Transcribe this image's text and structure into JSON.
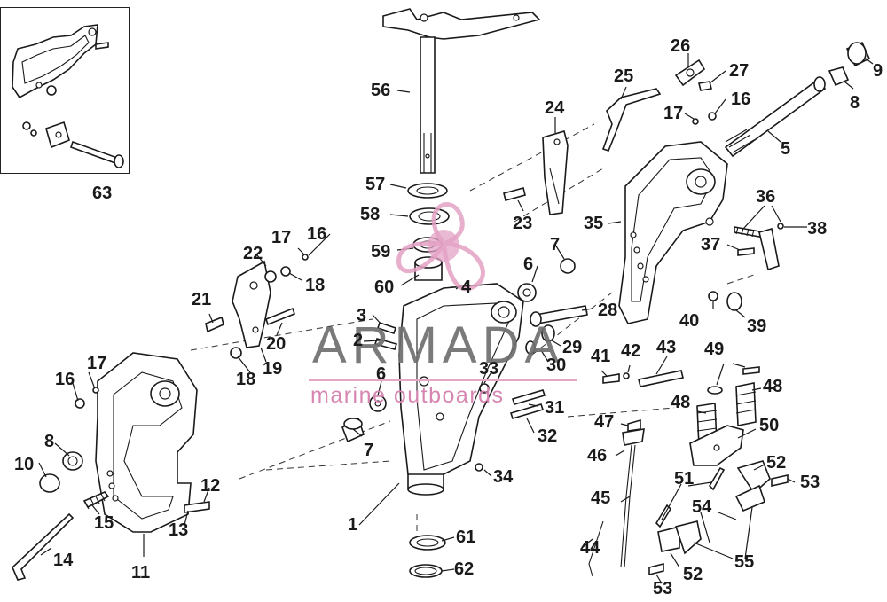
{
  "watermark": {
    "brand": "ARMADA",
    "tagline": "marine outboards",
    "logo_icon": "propeller-logo-icon",
    "colors": {
      "brand_text": "#6f6f6f",
      "tagline_text": "#d686b1",
      "logo": "#e3a2c4"
    }
  },
  "inset": {
    "label": "63"
  },
  "callouts": [
    "1",
    "2",
    "3",
    "4",
    "5",
    "6",
    "6",
    "7",
    "7",
    "8",
    "8",
    "9",
    "10",
    "11",
    "12",
    "13",
    "14",
    "15",
    "16",
    "16",
    "16",
    "17",
    "17",
    "17",
    "18",
    "18",
    "19",
    "20",
    "21",
    "22",
    "23",
    "24",
    "25",
    "26",
    "27",
    "28",
    "29",
    "30",
    "31",
    "32",
    "33",
    "34",
    "35",
    "36",
    "37",
    "38",
    "39",
    "40",
    "41",
    "42",
    "43",
    "44",
    "45",
    "46",
    "47",
    "48",
    "48",
    "49",
    "50",
    "51",
    "52",
    "52",
    "53",
    "53",
    "54",
    "55",
    "56",
    "57",
    "58",
    "59",
    "60",
    "61",
    "62"
  ]
}
